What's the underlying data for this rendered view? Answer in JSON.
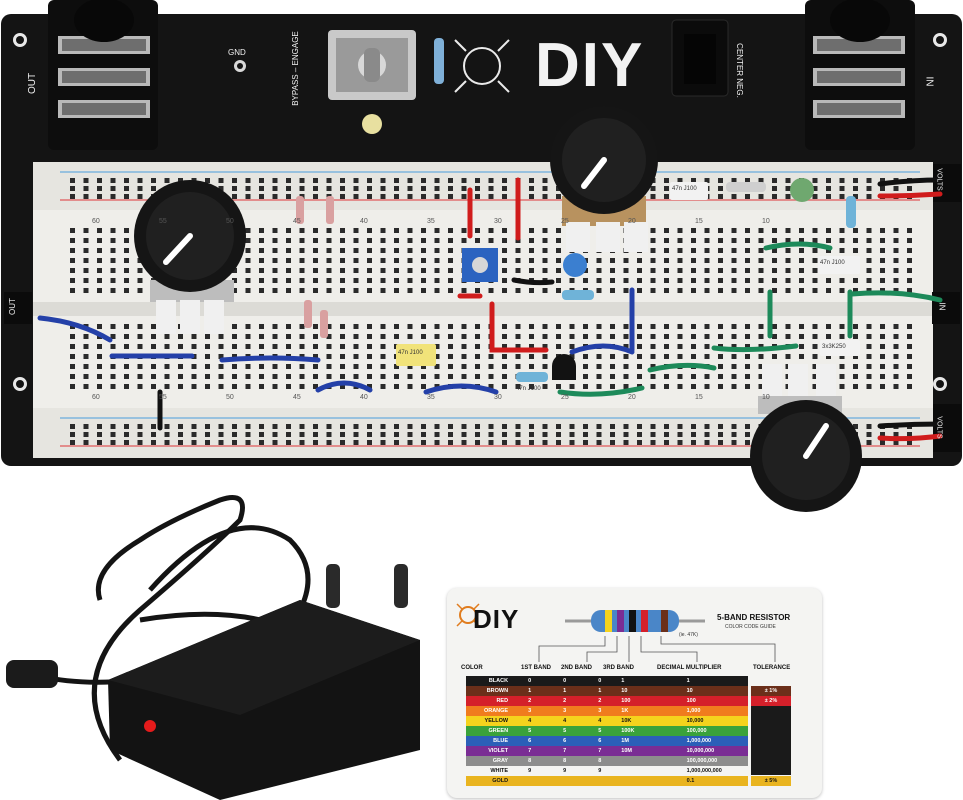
{
  "pcb": {
    "logo_text": "DIY",
    "gnd_label": "GND",
    "bypass_label": "BYPASS – ENGAGE",
    "center_neg_label": "CENTER NEG.",
    "out_label_top": "OUT",
    "in_label_top": "IN",
    "out_label_mid": "OUT",
    "in_label_mid": "IN",
    "volts_label_top": "VOLTS",
    "volts_label_bottom": "VOLTS",
    "component_labels": [
      "47n J100",
      "47n J100",
      "47n J100",
      "3x3K250",
      "47n J100"
    ],
    "row_numbers_top": [
      "60",
      "55",
      "50",
      "45",
      "40",
      "35",
      "30",
      "25",
      "20",
      "15",
      "10"
    ],
    "row_numbers_bottom": [
      "60",
      "55",
      "50",
      "45",
      "40",
      "35",
      "30",
      "25",
      "20",
      "15",
      "10"
    ]
  },
  "card": {
    "logo_text": "DIY",
    "title": "5-BAND RESISTOR",
    "subtitle": "COLOR CODE GUIDE",
    "example": "(ie. 47K)",
    "headers": [
      "COLOR",
      "1ST BAND",
      "2ND BAND",
      "3RD BAND",
      "DECIMAL MULTIPLIER",
      "TOLERANCE"
    ],
    "rows": [
      {
        "color": "BLACK",
        "b1": "0",
        "b2": "0",
        "b3": "0",
        "m1": "1",
        "m2": "1",
        "tol": "",
        "bg": "#1a1a1a",
        "fg": "#ffffff"
      },
      {
        "color": "BROWN",
        "b1": "1",
        "b2": "1",
        "b3": "1",
        "m1": "10",
        "m2": "10",
        "tol": "±   1%",
        "bg": "#6b2f1a",
        "fg": "#ffffff"
      },
      {
        "color": "RED",
        "b1": "2",
        "b2": "2",
        "b3": "2",
        "m1": "100",
        "m2": "100",
        "tol": "±   2%",
        "bg": "#d4202a",
        "fg": "#ffffff"
      },
      {
        "color": "ORANGE",
        "b1": "3",
        "b2": "3",
        "b3": "3",
        "m1": "1K",
        "m2": "1,000",
        "tol": "",
        "bg": "#f07c1e",
        "fg": "#ffffff"
      },
      {
        "color": "YELLOW",
        "b1": "4",
        "b2": "4",
        "b3": "4",
        "m1": "10K",
        "m2": "10,000",
        "tol": "",
        "bg": "#f5d31d",
        "fg": "#111111"
      },
      {
        "color": "GREEN",
        "b1": "5",
        "b2": "5",
        "b3": "5",
        "m1": "100K",
        "m2": "100,000",
        "tol": "",
        "bg": "#3aa23b",
        "fg": "#ffffff"
      },
      {
        "color": "BLUE",
        "b1": "6",
        "b2": "6",
        "b3": "6",
        "m1": "1M",
        "m2": "1,000,000",
        "tol": "",
        "bg": "#2b5fb8",
        "fg": "#ffffff"
      },
      {
        "color": "VIOLET",
        "b1": "7",
        "b2": "7",
        "b3": "7",
        "m1": "10M",
        "m2": "10,000,000",
        "tol": "",
        "bg": "#7a2d94",
        "fg": "#ffffff"
      },
      {
        "color": "GRAY",
        "b1": "8",
        "b2": "8",
        "b3": "8",
        "m1": "",
        "m2": "100,000,000",
        "tol": "",
        "bg": "#8d8d8d",
        "fg": "#ffffff"
      },
      {
        "color": "WHITE",
        "b1": "9",
        "b2": "9",
        "b3": "9",
        "m1": "",
        "m2": "1,000,000,000",
        "tol": "",
        "bg": "#f4f4f2",
        "fg": "#111111"
      },
      {
        "color": "GOLD",
        "b1": "",
        "b2": "",
        "b3": "",
        "m1": "",
        "m2": "0.1",
        "tol": "±   5%",
        "bg": "#e9b41f",
        "fg": "#111111"
      }
    ]
  },
  "colors": {
    "pcb": "#141414",
    "breadboard": "#efeeea",
    "knob": "#151515",
    "wire_blue": "#2440a8",
    "wire_green": "#1d8a5a",
    "wire_red": "#d01c1c",
    "adapter": "#131313",
    "led": "#e51b1b"
  }
}
